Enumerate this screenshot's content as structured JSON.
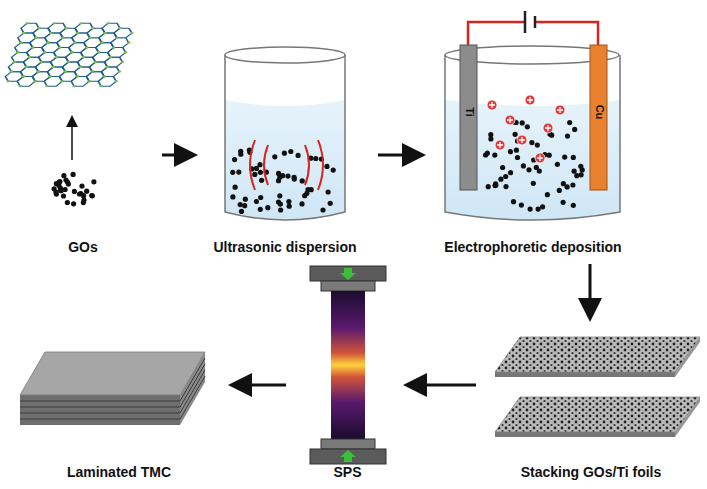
{
  "diagram": {
    "nodes": [
      {
        "text": [
          "GOs"
        ]
      },
      {
        "text": [
          "Ultrasonic dispersion"
        ]
      },
      {
        "text": [
          "Electrophoretic deposition"
        ]
      },
      {
        "text": [
          "Stacking GOs/Ti foils"
        ]
      },
      {
        "text": [
          "SPS"
        ]
      },
      {
        "text": [
          "Laminated TMC"
        ]
      }
    ],
    "edges": [
      {
        "from": 0,
        "to": 1,
        "arrow": "to"
      },
      {
        "from": 1,
        "to": 2,
        "arrow": "to"
      },
      {
        "from": 2,
        "to": 3,
        "arrow": "to"
      },
      {
        "from": 3,
        "to": 4,
        "arrow": "to"
      },
      {
        "from": 4,
        "to": 5,
        "arrow": "to"
      }
    ],
    "labels": [
      "Ti",
      "Cu"
    ]
  }
}
